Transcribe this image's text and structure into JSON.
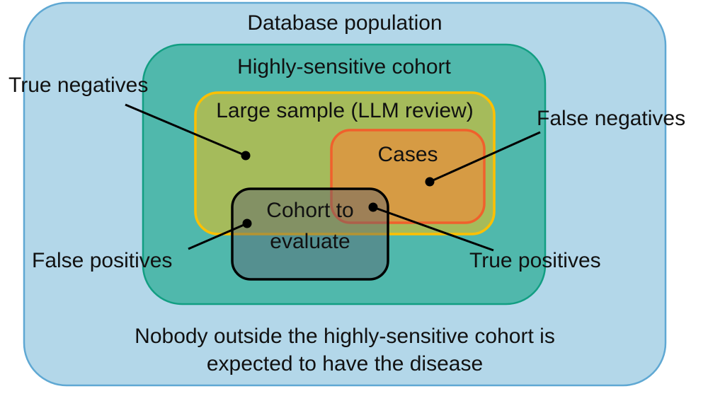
{
  "figure": {
    "regions": {
      "database": {
        "label": "Database population",
        "fill": "#B3D7E9",
        "border": "#5FA8D3"
      },
      "sensitive_cohort": {
        "label": "Highly-sensitive cohort",
        "fill": "#50B8AC",
        "border": "#129E82"
      },
      "large_sample": {
        "label": "Large sample (LLM review)",
        "fill": "#A5BB5B",
        "border": "#FFC000"
      },
      "cases": {
        "label": "Cases",
        "fill": "#D69B44",
        "border": "#F0602C"
      },
      "cohort_to_evaluate": {
        "label_line1": "Cohort to",
        "label_line2": "evaluate",
        "fill": "#5A5F6E",
        "fill_opacity": "0.45",
        "border": "#000000"
      }
    },
    "annotations": {
      "true_negatives": {
        "label": "True negatives"
      },
      "false_negatives": {
        "label": "False negatives"
      },
      "false_positives": {
        "label": "False positives"
      },
      "true_positives": {
        "label": "True positives"
      }
    },
    "note": {
      "line1": "Nobody outside the highly-sensitive cohort is",
      "line2": "expected to have the disease"
    },
    "connector_color": "#000000"
  }
}
